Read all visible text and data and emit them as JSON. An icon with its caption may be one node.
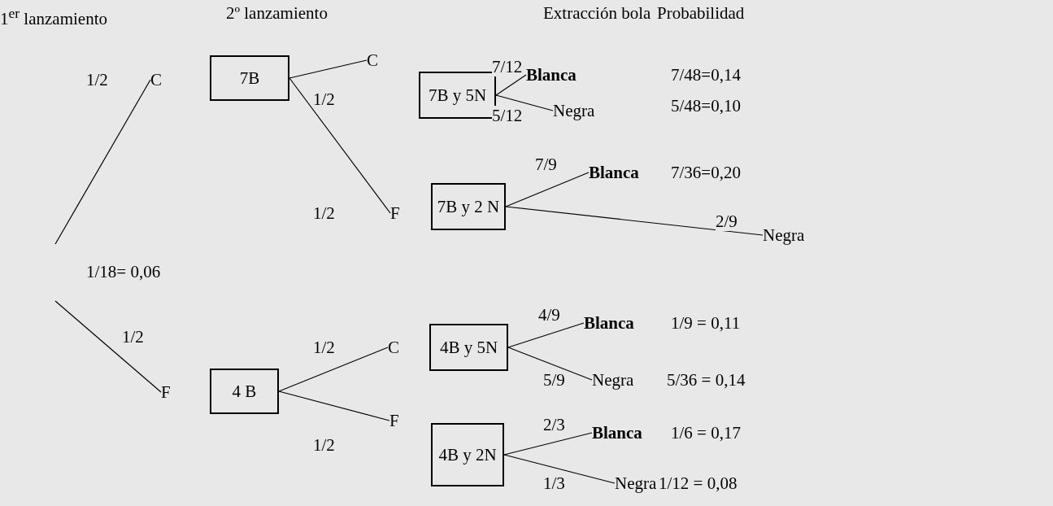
{
  "diagram": {
    "nodes": [
      {
        "text": [
          "C"
        ]
      },
      {
        "text": [
          "F"
        ]
      },
      {
        "text": [
          "7B"
        ]
      },
      {
        "text": [
          "4 B"
        ]
      },
      {
        "text": [
          "C"
        ]
      },
      {
        "text": [
          "7B y 5N"
        ]
      },
      {
        "text": [
          "F"
        ]
      },
      {
        "text": [
          "7B y 2 N"
        ]
      },
      {
        "text": [
          "Blanca"
        ]
      },
      {
        "text": [
          "Negra"
        ]
      },
      {
        "text": [
          "Blanca"
        ]
      },
      {
        "text": [
          "Negra"
        ]
      },
      {
        "text": [
          "C"
        ]
      },
      {
        "text": [
          "4B y 5N"
        ]
      },
      {
        "text": [
          "F"
        ]
      },
      {
        "text": [
          "4B y 2N"
        ]
      },
      {
        "text": [
          "Blanca"
        ]
      },
      {
        "text": [
          "Negra"
        ]
      },
      {
        "text": [
          "Blanca"
        ]
      },
      {
        "text": [
          "Negra"
        ]
      }
    ],
    "edges": [
      {
        "from": null,
        "to": 0,
        "arrow": "none",
        "label": "1/2"
      },
      {
        "from": null,
        "to": 1,
        "arrow": "none",
        "label": "1/2"
      },
      {
        "from": 2,
        "to": 4,
        "arrow": "none",
        "label": "1/2"
      },
      {
        "from": 2,
        "to": 6,
        "arrow": "none",
        "label": "1/2"
      },
      {
        "from": 3,
        "to": 12,
        "arrow": "none",
        "label": "1/2"
      },
      {
        "from": 3,
        "to": 14,
        "arrow": "none",
        "label": "1/2"
      },
      {
        "from": 5,
        "to": 8,
        "arrow": "none",
        "label": "7/12"
      },
      {
        "from": 5,
        "to": 9,
        "arrow": "none",
        "label": "5/12"
      },
      {
        "from": 7,
        "to": 10,
        "arrow": "none",
        "label": "7/9"
      },
      {
        "from": 7,
        "to": 11,
        "arrow": "none",
        "label": "2/9"
      },
      {
        "from": 13,
        "to": 16,
        "arrow": "none",
        "label": "4/9"
      },
      {
        "from": 13,
        "to": 17,
        "arrow": "none",
        "label": "5/9"
      },
      {
        "from": 15,
        "to": 18,
        "arrow": "none",
        "label": "2/3"
      },
      {
        "from": 15,
        "to": 19,
        "arrow": "none",
        "label": "1/3"
      }
    ],
    "labels": [
      "1$^{er}$ lanzamiento",
      "2º lanzamiento",
      "Extracción bola",
      "Probabilidad",
      "7/48=0,14",
      "5/48=0,10",
      "7/36=0,20",
      "1/18= 0,06",
      "1/9 = 0,11",
      "5/36 = 0,14",
      "1/6 = 0,17",
      "1/12 = 0,08"
    ]
  }
}
